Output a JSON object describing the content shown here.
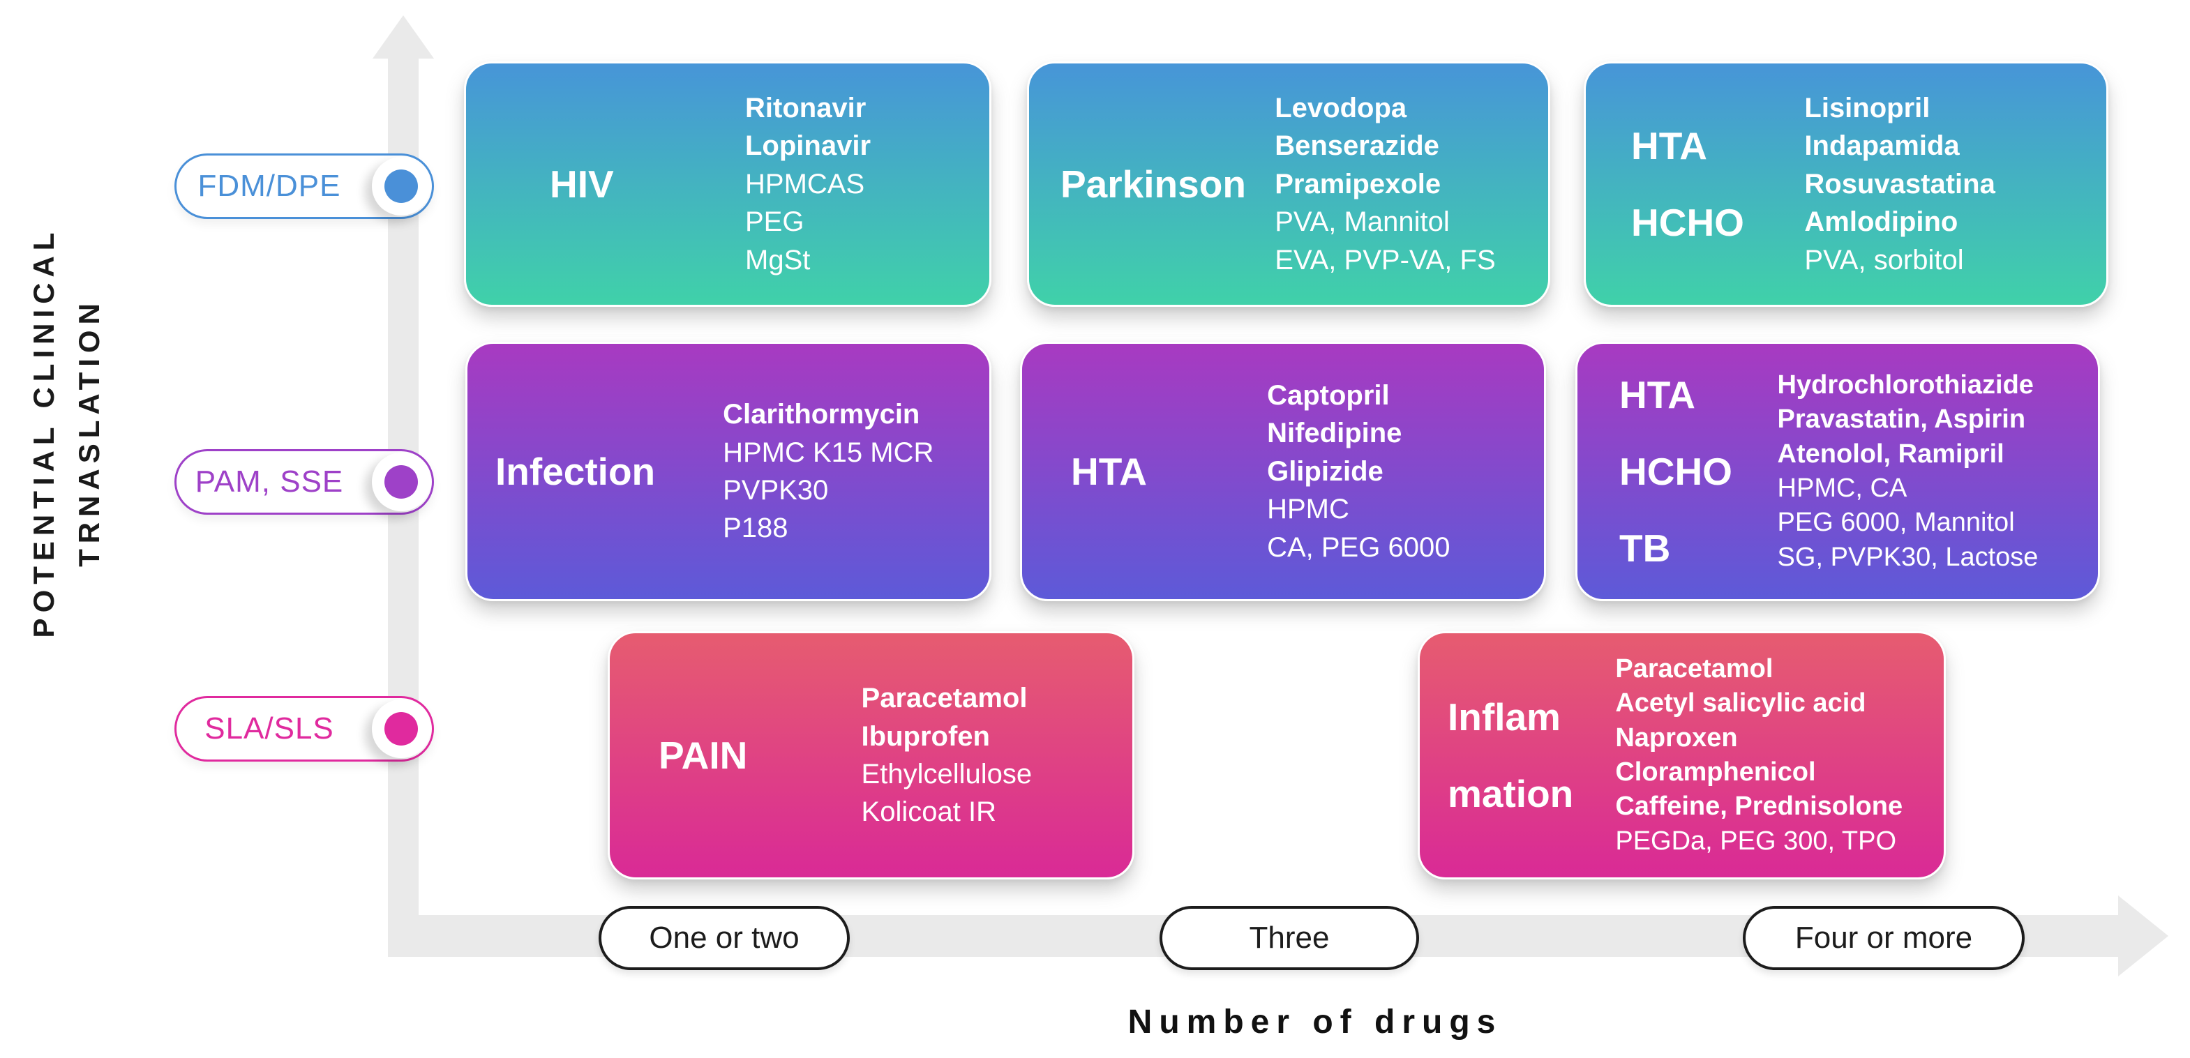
{
  "figure": {
    "y_axis": {
      "title_lines": [
        "POTENTIAL CLINICAL",
        "TRNASLATION"
      ],
      "tick_pills": [
        {
          "label": "FDM/DPE",
          "color": "#4a90d8"
        },
        {
          "label": "PAM, SSE",
          "color": "#9e41c8"
        },
        {
          "label": "SLA/SLS",
          "color": "#e02a9e"
        }
      ]
    },
    "x_axis": {
      "title": "Number of drugs",
      "tick_pills": [
        {
          "label": "One or two"
        },
        {
          "label": "Three"
        },
        {
          "label": "Four or more"
        }
      ]
    },
    "cards": [
      {
        "id": "hiv",
        "title_lines": [
          "HIV"
        ],
        "items": [
          {
            "text": "Ritonavir",
            "bold": true
          },
          {
            "text": "Lopinavir",
            "bold": true
          },
          {
            "text": "HPMCAS",
            "bold": false
          },
          {
            "text": "PEG",
            "bold": false
          },
          {
            "text": "MgSt",
            "bold": false
          }
        ]
      },
      {
        "id": "parkinson",
        "title_lines": [
          "Parkinson"
        ],
        "items": [
          {
            "text": "Levodopa",
            "bold": true
          },
          {
            "text": "Benserazide",
            "bold": true
          },
          {
            "text": "Pramipexole",
            "bold": true
          },
          {
            "text": "PVA, Mannitol",
            "bold": false
          },
          {
            "text": "EVA, PVP-VA, FS",
            "bold": false
          }
        ]
      },
      {
        "id": "hta-hcho",
        "title_lines": [
          "HTA",
          "HCHO"
        ],
        "items": [
          {
            "text": "Lisinopril",
            "bold": true
          },
          {
            "text": "Indapamida",
            "bold": true
          },
          {
            "text": "Rosuvastatina",
            "bold": true
          },
          {
            "text": "Amlodipino",
            "bold": true
          },
          {
            "text": "PVA, sorbitol",
            "bold": false
          }
        ]
      },
      {
        "id": "infection",
        "title_lines": [
          "Infection"
        ],
        "items": [
          {
            "text": "Clarithormycin",
            "bold": true
          },
          {
            "text": "HPMC K15 MCR",
            "bold": false
          },
          {
            "text": "PVPK30",
            "bold": false
          },
          {
            "text": "P188",
            "bold": false
          }
        ]
      },
      {
        "id": "hta",
        "title_lines": [
          "HTA"
        ],
        "items": [
          {
            "text": "Captopril",
            "bold": true
          },
          {
            "text": "Nifedipine",
            "bold": true
          },
          {
            "text": "Glipizide",
            "bold": true
          },
          {
            "text": "HPMC",
            "bold": false
          },
          {
            "text": "CA, PEG 6000",
            "bold": false
          }
        ]
      },
      {
        "id": "hta-hcho-tb",
        "title_lines": [
          "HTA",
          "HCHO",
          "TB"
        ],
        "items": [
          {
            "text": "Hydrochlorothiazide",
            "bold": true
          },
          {
            "text": "Pravastatin, Aspirin",
            "bold": true
          },
          {
            "text": "Atenolol, Ramipril",
            "bold": true
          },
          {
            "text": "HPMC, CA",
            "bold": false
          },
          {
            "text": "PEG 6000, Mannitol",
            "bold": false
          },
          {
            "text": "SG, PVPK30, Lactose",
            "bold": false
          }
        ]
      },
      {
        "id": "pain",
        "title_lines": [
          "PAIN"
        ],
        "items": [
          {
            "text": "Paracetamol",
            "bold": true
          },
          {
            "text": "Ibuprofen",
            "bold": true
          },
          {
            "text": "Ethylcellulose",
            "bold": false
          },
          {
            "text": "Kolicoat IR",
            "bold": false
          }
        ]
      },
      {
        "id": "inflammation",
        "title_lines": [
          "Inflam",
          "mation"
        ],
        "items": [
          {
            "text": "Paracetamol",
            "bold": true
          },
          {
            "text": "Acetyl salicylic acid",
            "bold": true
          },
          {
            "text": "Naproxen",
            "bold": true
          },
          {
            "text": "Cloramphenicol",
            "bold": true
          },
          {
            "text": "Caffeine, Prednisolone",
            "bold": true
          },
          {
            "text": "PEGDa, PEG 300, TPO",
            "bold": false
          }
        ]
      }
    ],
    "colors": {
      "axis_gray": "#eaeaea",
      "row1_gradient_top": "#4795d8",
      "row1_gradient_bottom": "#40d1a9",
      "row2_gradient_top": "#a83ac1",
      "row2_gradient_bottom": "#5d5ad8",
      "row3_gradient_top": "#e65c70",
      "row3_gradient_bottom": "#d92a96"
    }
  }
}
